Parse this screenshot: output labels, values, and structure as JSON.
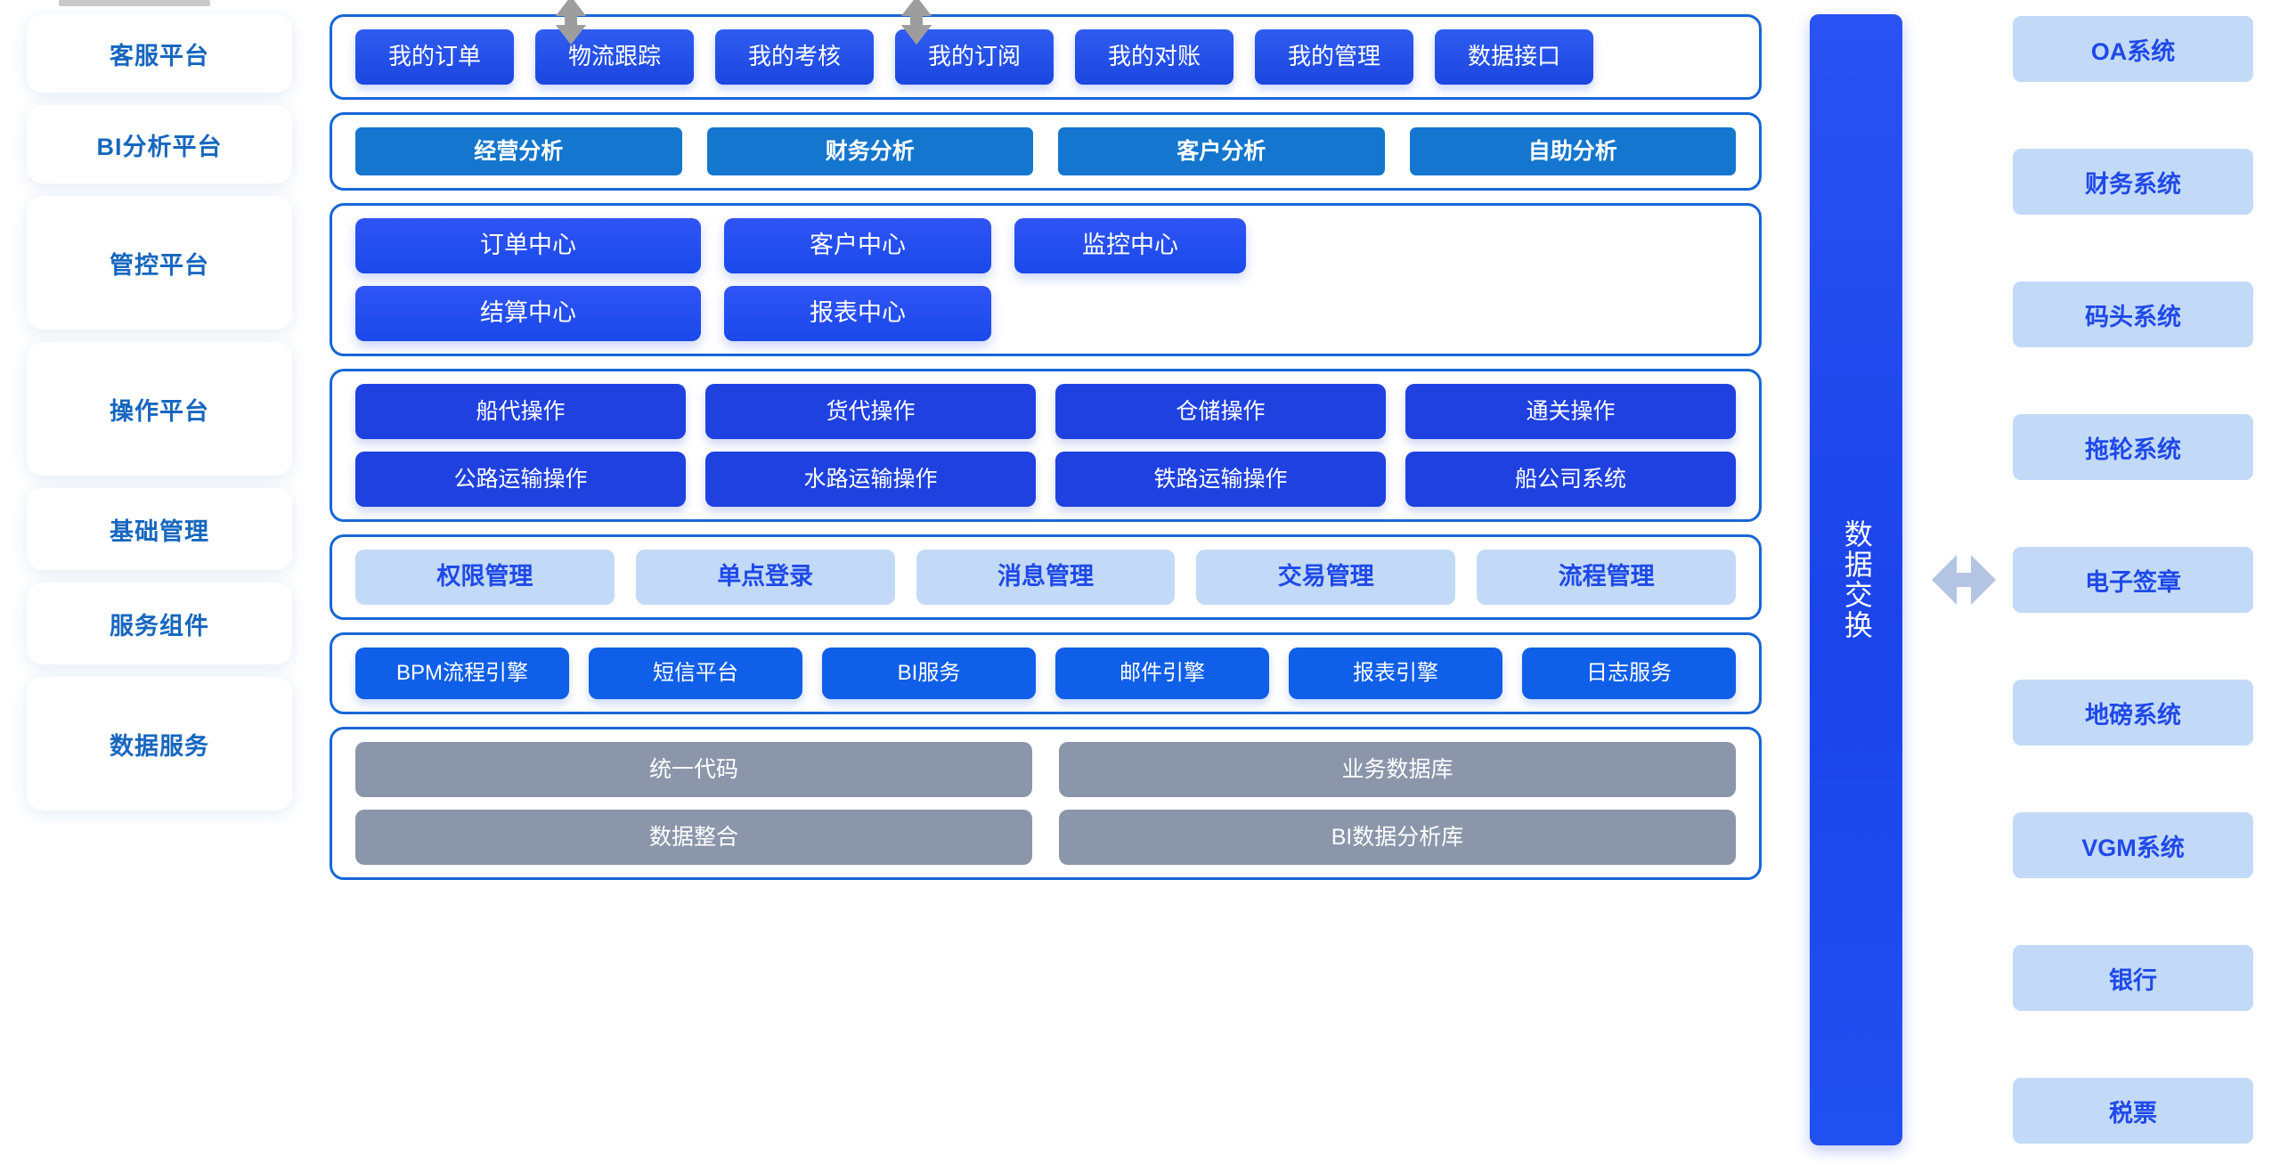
{
  "sidebar": {
    "items": [
      {
        "label": "客服平台"
      },
      {
        "label": "BI分析平台"
      },
      {
        "label": "管控平台"
      },
      {
        "label": "操作平台"
      },
      {
        "label": "基础管理"
      },
      {
        "label": "服务组件"
      },
      {
        "label": "数据服务"
      }
    ]
  },
  "layers": {
    "customer_service": {
      "items": [
        "我的订单",
        "物流跟踪",
        "我的考核",
        "我的订阅",
        "我的对账",
        "我的管理",
        "数据接口"
      ]
    },
    "bi_analysis": {
      "items": [
        "经营分析",
        "财务分析",
        "客户分析",
        "自助分析"
      ]
    },
    "control_platform": {
      "row1": [
        "订单中心",
        "客户中心",
        "监控中心"
      ],
      "row2": [
        "结算中心",
        "报表中心"
      ]
    },
    "operation_platform": {
      "row1": [
        "船代操作",
        "货代操作",
        "仓储操作",
        "通关操作"
      ],
      "row2": [
        "公路运输操作",
        "水路运输操作",
        "铁路运输操作",
        "船公司系统"
      ]
    },
    "basic_management": {
      "items": [
        "权限管理",
        "单点登录",
        "消息管理",
        "交易管理",
        "流程管理"
      ]
    },
    "service_components": {
      "items": [
        "BPM流程引擎",
        "短信平台",
        "BI服务",
        "邮件引擎",
        "报表引擎",
        "日志服务"
      ]
    },
    "data_service": {
      "row1": [
        "统一代码",
        "业务数据库"
      ],
      "row2": [
        "数据整合",
        "BI数据分析库"
      ]
    }
  },
  "exchange": {
    "label": "数据交换"
  },
  "external_systems": {
    "items": [
      "OA系统",
      "财务系统",
      "码头系统",
      "拖轮系统",
      "电子签章",
      "地磅系统",
      "VGM系统",
      "银行",
      "税票"
    ]
  },
  "colors": {
    "layer_border": "#1767d6",
    "sidebar_text": "#1767bf",
    "customer_service_box": "#2f5cf0",
    "bi_box": "#1476ce",
    "control_box": "#3054f5",
    "operation_box": "#1f41e0",
    "basic_box": "#c2daf7",
    "basic_text": "#1f49e8",
    "service_box": "#0f5fe8",
    "data_box": "#8b96ab",
    "exchange_bar": "#2150f0",
    "external_box": "#c2daf7",
    "external_text": "#1f49e8",
    "vertical_arrow": "#9d9d9d",
    "horizontal_arrow": "#b4c5e4"
  },
  "icons": {
    "vertical_double_arrow": "double-arrow-vertical-icon",
    "horizontal_double_arrow": "double-arrow-horizontal-icon"
  }
}
